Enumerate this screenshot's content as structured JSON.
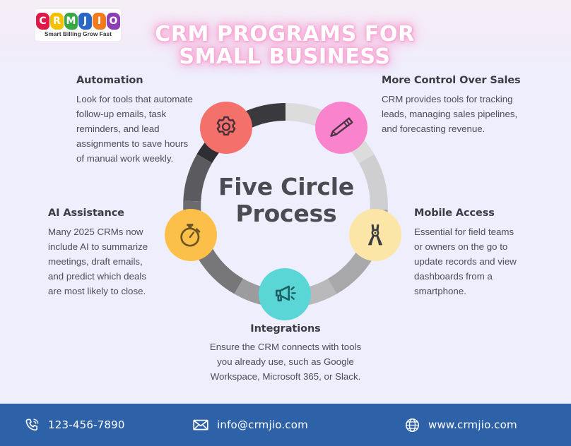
{
  "page": {
    "background_color": "#eeeefc",
    "title": "CRM PROGRAMS FOR SMALL BUSINESS",
    "title_color": "#ffffff",
    "title_glow_color": "#f9a8d4"
  },
  "logo": {
    "letters": [
      {
        "char": "C",
        "color": "#e0194b"
      },
      {
        "char": "R",
        "color": "#f2c200"
      },
      {
        "char": "M",
        "color": "#39a845"
      },
      {
        "char": "J",
        "color": "#2a66c4"
      },
      {
        "char": "I",
        "color": "#f07c1e"
      },
      {
        "char": "O",
        "color": "#8d3fb5"
      }
    ],
    "tagline": "Smart Billing Grow Fast"
  },
  "center": {
    "line1": "Five Circle",
    "line2": "Process",
    "text_color": "#4b4b52"
  },
  "ring": {
    "segment_colors": [
      "#3a3a3e",
      "#dcdcdc",
      "#cfcfd1",
      "#a8a8aa",
      "#b9b9bb",
      "#9c9c9e",
      "#77777a",
      "#6b6b6e",
      "#5b5b5f",
      "#2f2f33"
    ]
  },
  "nodes": [
    {
      "id": "automation",
      "icon": "gear-icon",
      "circle_color": "#f4706a",
      "heading": "Automation",
      "body": "Look for tools that automate follow-up emails, task reminders, and lead assignments to save hours of manual work weekly."
    },
    {
      "id": "more-control-over-sales",
      "icon": "pencil-icon",
      "circle_color": "#f983cd",
      "heading": "More Control Over Sales",
      "body": "CRM provides tools for tracking leads, managing sales pipelines, and forecasting revenue."
    },
    {
      "id": "ai-assistance",
      "icon": "stopwatch-icon",
      "circle_color": "#fcbf49",
      "heading": "AI Assistance",
      "body": "Many 2025 CRMs now include AI to summarize meetings, draft emails, and predict which deals are most likely to close."
    },
    {
      "id": "mobile-access",
      "icon": "pliers-icon",
      "circle_color": "#fbe6a8",
      "heading": "Mobile Access",
      "body": "Essential for field teams or owners on the go to update records and view dashboards from a smartphone."
    },
    {
      "id": "integrations",
      "icon": "megaphone-icon",
      "circle_color": "#5bd6d6",
      "heading": "Integrations",
      "body": "Ensure the CRM connects with tools you already use, such as Google Workspace, Microsoft 365, or Slack."
    }
  ],
  "footer": {
    "background_color": "#2e62a8",
    "phone": "123-456-7890",
    "email": "info@crmjio.com",
    "website": "www.crmjio.com"
  }
}
